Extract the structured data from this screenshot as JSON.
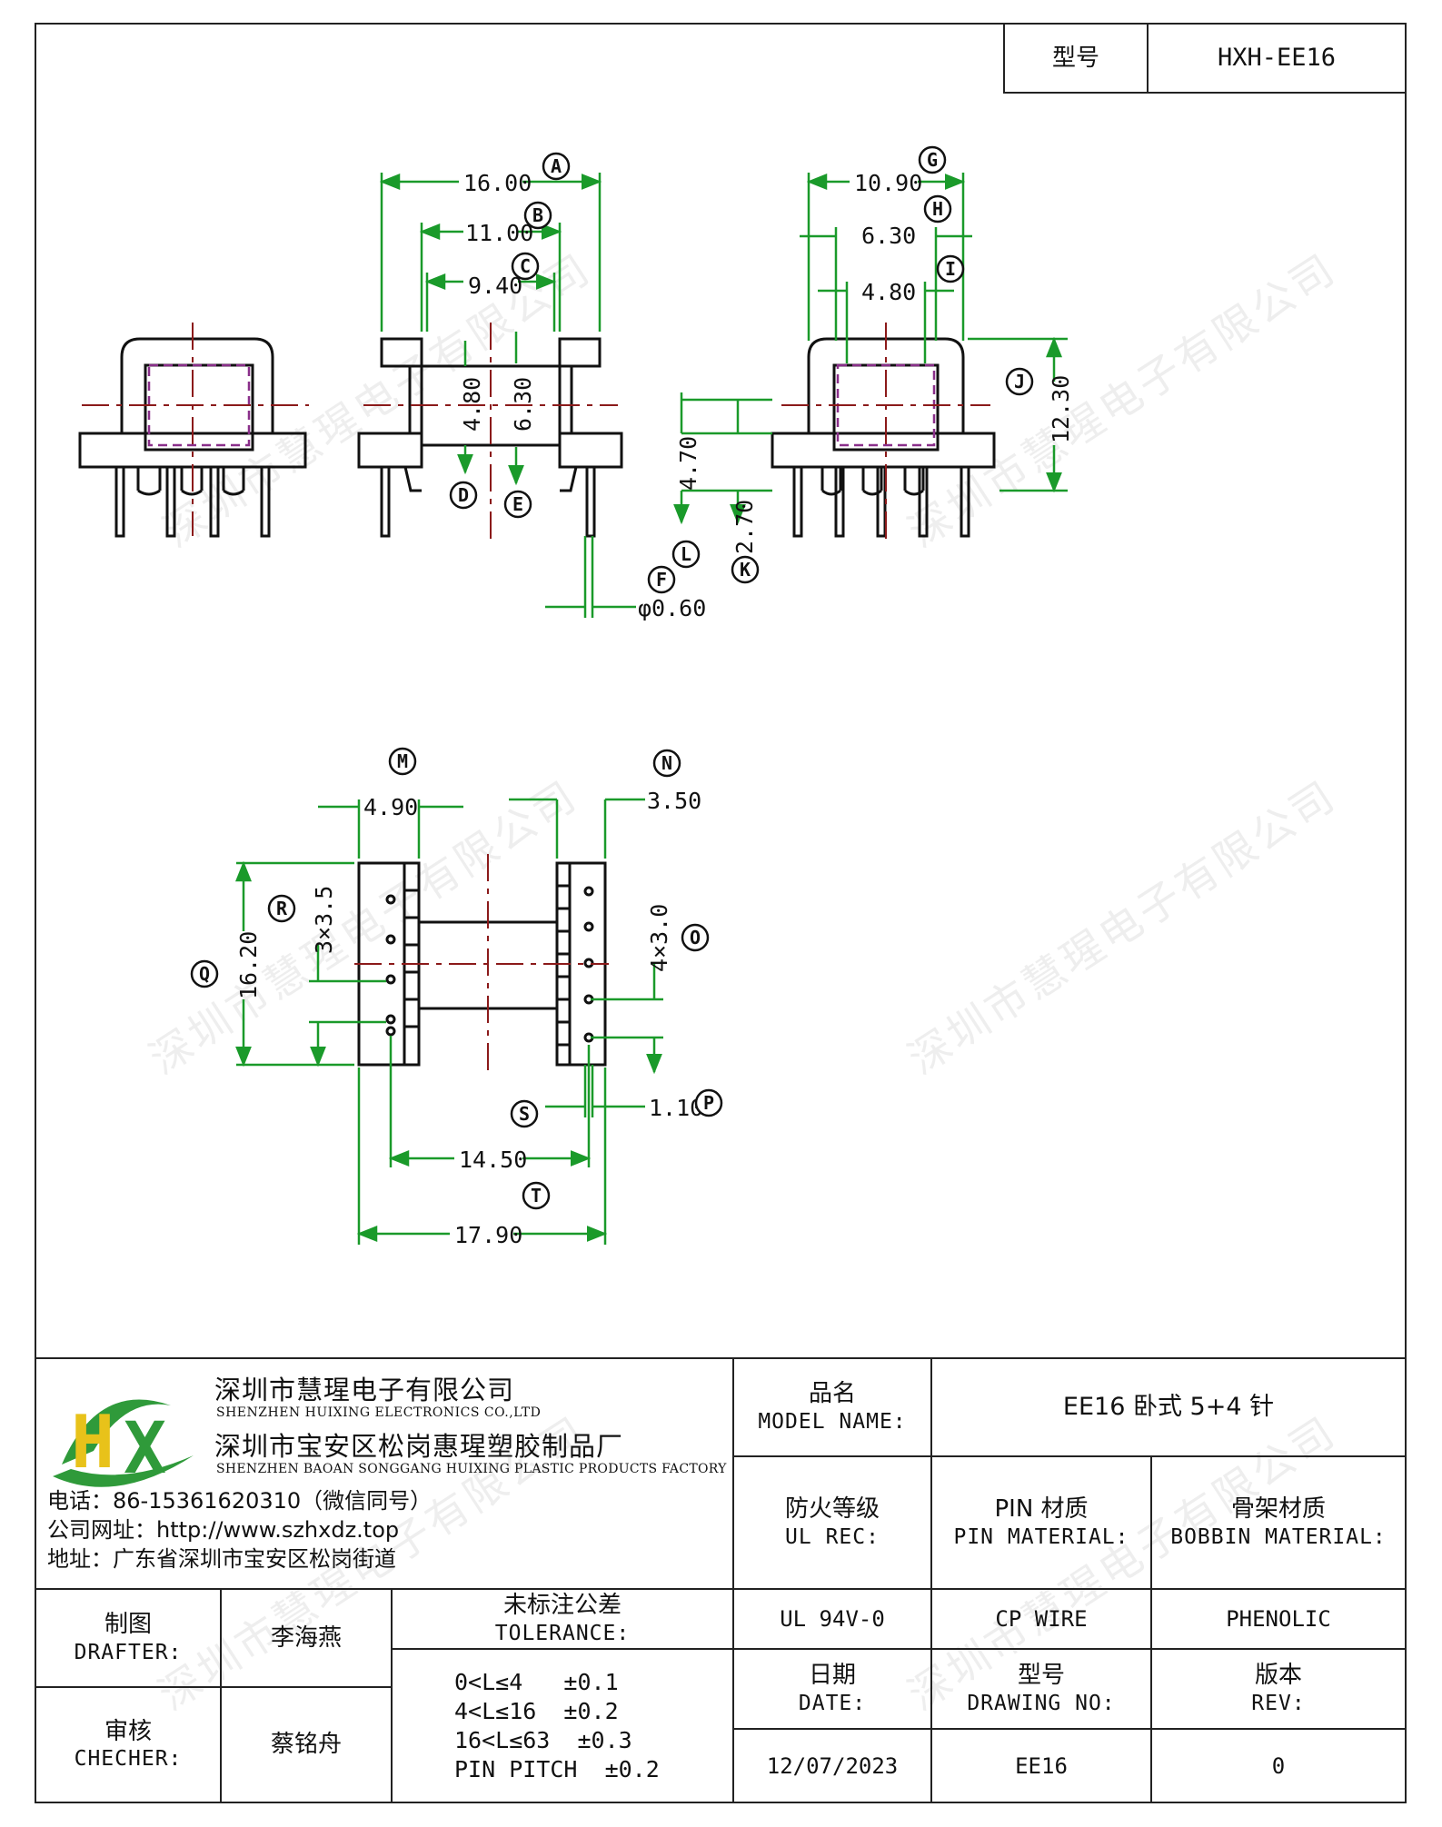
{
  "header": {
    "model_label": "型号",
    "model_value": "HXH-EE16"
  },
  "watermark": "深圳市慧瑆电子有限公司",
  "company": {
    "logo_text": "HX",
    "name_cn": "深圳市慧瑆电子有限公司",
    "name_en": "SHENZHEN HUIXING ELECTRONICS CO.,LTD",
    "factory_cn": "深圳市宝安区松岗惠瑆塑胶制品厂",
    "factory_en": "SHENZHEN BAOAN SONGGANG HUIXING PLASTIC PRODUCTS FACTORY",
    "phone": "电话：86-15361620310（微信同号）",
    "website": "公司网址：http://www.szhxdz.top",
    "address": "地址：广东省深圳市宝安区松岗街道"
  },
  "title_block": {
    "model_name_cn": "品名",
    "model_name_en": "MODEL NAME:",
    "model_name_value": "EE16 卧式 5+4 针",
    "fire_cn": "防火等级",
    "fire_en": "UL REC:",
    "pin_mat_cn": "PIN 材质",
    "pin_mat_en": "PIN MATERIAL:",
    "bobbin_mat_cn": "骨架材质",
    "bobbin_mat_en": "BOBBIN MATERIAL:",
    "fire_value": "UL 94V-0",
    "pin_mat_value": "CP WIRE",
    "bobbin_mat_value": "PHENOLIC",
    "drafter_cn": "制图",
    "drafter_en": "DRAFTER:",
    "drafter_value": "李海燕",
    "checker_cn": "审核",
    "checker_en": "CHECHER:",
    "checker_value": "蔡铭舟",
    "tolerance_cn": "未标注公差",
    "tolerance_en": "TOLERANCE:",
    "tolerance_lines": [
      "0<L≤4   ±0.1",
      "4<L≤16  ±0.2",
      "16<L≤63  ±0.3",
      "PIN PITCH  ±0.2"
    ],
    "date_cn": "日期",
    "date_en": "DATE:",
    "date_value": "12/07/2023",
    "drawing_cn": "型号",
    "drawing_en": "DRAWING NO:",
    "drawing_value": "EE16",
    "rev_cn": "版本",
    "rev_en": "REV:",
    "rev_value": "0"
  },
  "dimensions": {
    "A": "16.00",
    "B": "11.00",
    "C": "9.40",
    "D": "4.80",
    "E": "6.30",
    "F": "φ0.60",
    "G": "10.90",
    "H": "6.30",
    "I": "4.80",
    "J": "12.30",
    "K": "2.70",
    "L": "4.70",
    "M": "4.90",
    "N": "3.50",
    "O": "4×3.0",
    "P": "1.10",
    "Q": "16.20",
    "R": "3×3.5",
    "S": "14.50",
    "T": "17.90"
  },
  "colors": {
    "dimension": "#1a9a2a",
    "center_line": "#8b1a1a",
    "core": "#8a2f8a",
    "outline": "#111111"
  }
}
